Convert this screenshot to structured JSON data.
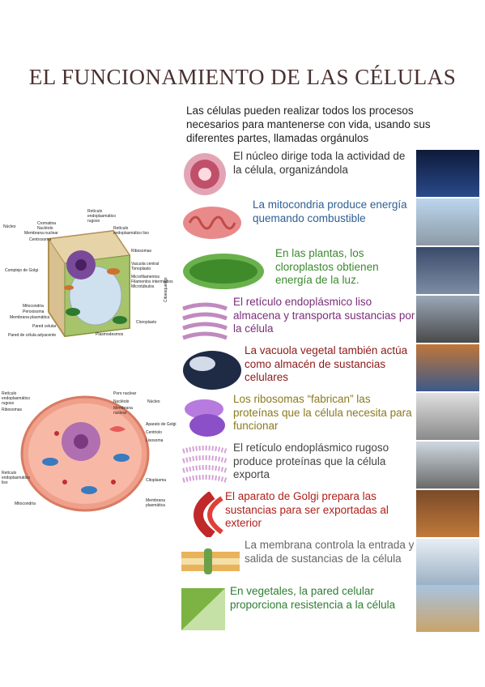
{
  "title": "EL FUNCIONAMIENTO DE LAS CÉLULAS",
  "intro": "Las células pueden realizar todos los procesos necesarios para mantenerse con vida, usando sus diferentes partes, llamadas orgánulos",
  "organelles": [
    {
      "text": "El núcleo dirige toda la actividad de la célula, organizándola",
      "color": "#333333",
      "icon": "nucleus-icon",
      "photo": "control-room-photo"
    },
    {
      "text": "La mitocondria produce energía quemando combustible",
      "color": "#2d5f94",
      "icon": "mitochondria-icon",
      "photo": "power-plant-photo"
    },
    {
      "text": "En las plantas, los cloroplastos obtienen energía de la luz.",
      "color": "#3b8a2e",
      "icon": "chloroplast-icon",
      "photo": "solar-panels-photo"
    },
    {
      "text": "El retículo endoplásmico liso almacena y transporta sustancias por la célula",
      "color": "#7a2e7a",
      "icon": "smooth-er-icon",
      "photo": "freight-train-photo"
    },
    {
      "text": "La vacuola vegetal también actúa como almacén de sustancias celulares",
      "color": "#8b1a1a",
      "icon": "vacuole-icon",
      "photo": "containers-photo"
    },
    {
      "text": "Los ribosomas “fabrican” las proteínas que la célula necesita para funcionar",
      "color": "#8a7a1e",
      "icon": "ribosome-icon",
      "photo": "factory-machine-photo"
    },
    {
      "text": "El retículo endoplásmico rugoso produce proteínas que la célula exporta",
      "color": "#444444",
      "icon": "rough-er-icon",
      "photo": "factory-chimneys-photo"
    },
    {
      "text": "El aparato de Golgi prepara las sustancias para ser exportadas al exterior",
      "color": "#b0201a",
      "icon": "golgi-icon",
      "photo": "distillery-photo"
    },
    {
      "text": "La membrana controla la entrada y salida de sustancias de la célula",
      "color": "#666666",
      "icon": "membrane-icon",
      "photo": "revolving-door-photo"
    },
    {
      "text": "En vegetales, la pared celular proporciona resistencia a la célula",
      "color": "#2e7d32",
      "icon": "cell-wall-icon",
      "photo": "castle-wall-photo"
    }
  ],
  "plant_cell_labels": [
    "Núcleo",
    "Cromatina",
    "Nucléolo",
    "Membrana nuclear",
    "Centrosoma",
    "Retículo endoplasmático rugoso",
    "Retículo endoplasmático liso",
    "Ribosomas",
    "Complejo de Golgi",
    "Vacuola central",
    "Tonoplasto",
    "Microfilamentos",
    "Filamentos intermedios",
    "Microtúbulos",
    "Mitocondria",
    "Peroxisoma",
    "Membrana plasmática",
    "Pared celular",
    "Pared de célula adyacente",
    "Plasmodesmos",
    "Cloroplasto",
    "Citoesqueleto"
  ],
  "animal_cell_labels": [
    "Retículo endoplasmático rugoso",
    "Ribosomas",
    "Poro nuclear",
    "Nucléolo",
    "Membrana nuclear",
    "Núcleo",
    "Aparato de Golgi",
    "Centriolo",
    "Lisosoma",
    "Citoplasma",
    "Retículo endoplasmático liso",
    "Mitocondria",
    "Membrana plasmática"
  ]
}
